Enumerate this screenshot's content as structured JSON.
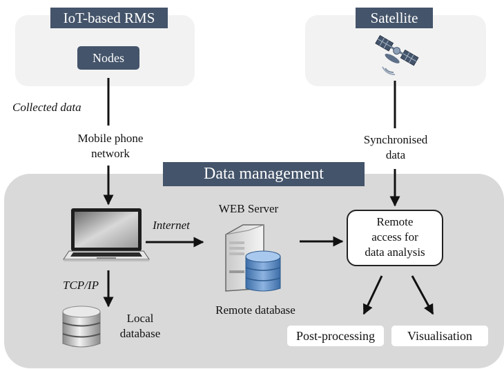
{
  "iot_panel": {
    "title": "IoT-based RMS",
    "nodes_label": "Nodes"
  },
  "satellite_panel": {
    "title": "Satellite",
    "icon": "satellite-icon"
  },
  "flows": {
    "collected_data": "Collected data",
    "mobile_network": [
      "Mobile phone",
      "network"
    ],
    "synchronised_data": [
      "Synchronised",
      "data"
    ],
    "internet": "Internet",
    "tcp_ip": "TCP/IP"
  },
  "data_management": {
    "title": "Data management",
    "laptop_icon": "laptop-icon",
    "web_server_label": "WEB Server",
    "remote_database_label": "Remote database",
    "local_database_label": [
      "Local",
      "database"
    ],
    "remote_access_box": [
      "Remote",
      "access for",
      "data analysis"
    ],
    "post_processing": "Post-processing",
    "visualisation": "Visualisation"
  },
  "colors": {
    "navy": "#44546a",
    "panel_light": "#f2f2f2",
    "panel_data_management": "#d9d9d9",
    "db_blue": "#4f81bd"
  }
}
